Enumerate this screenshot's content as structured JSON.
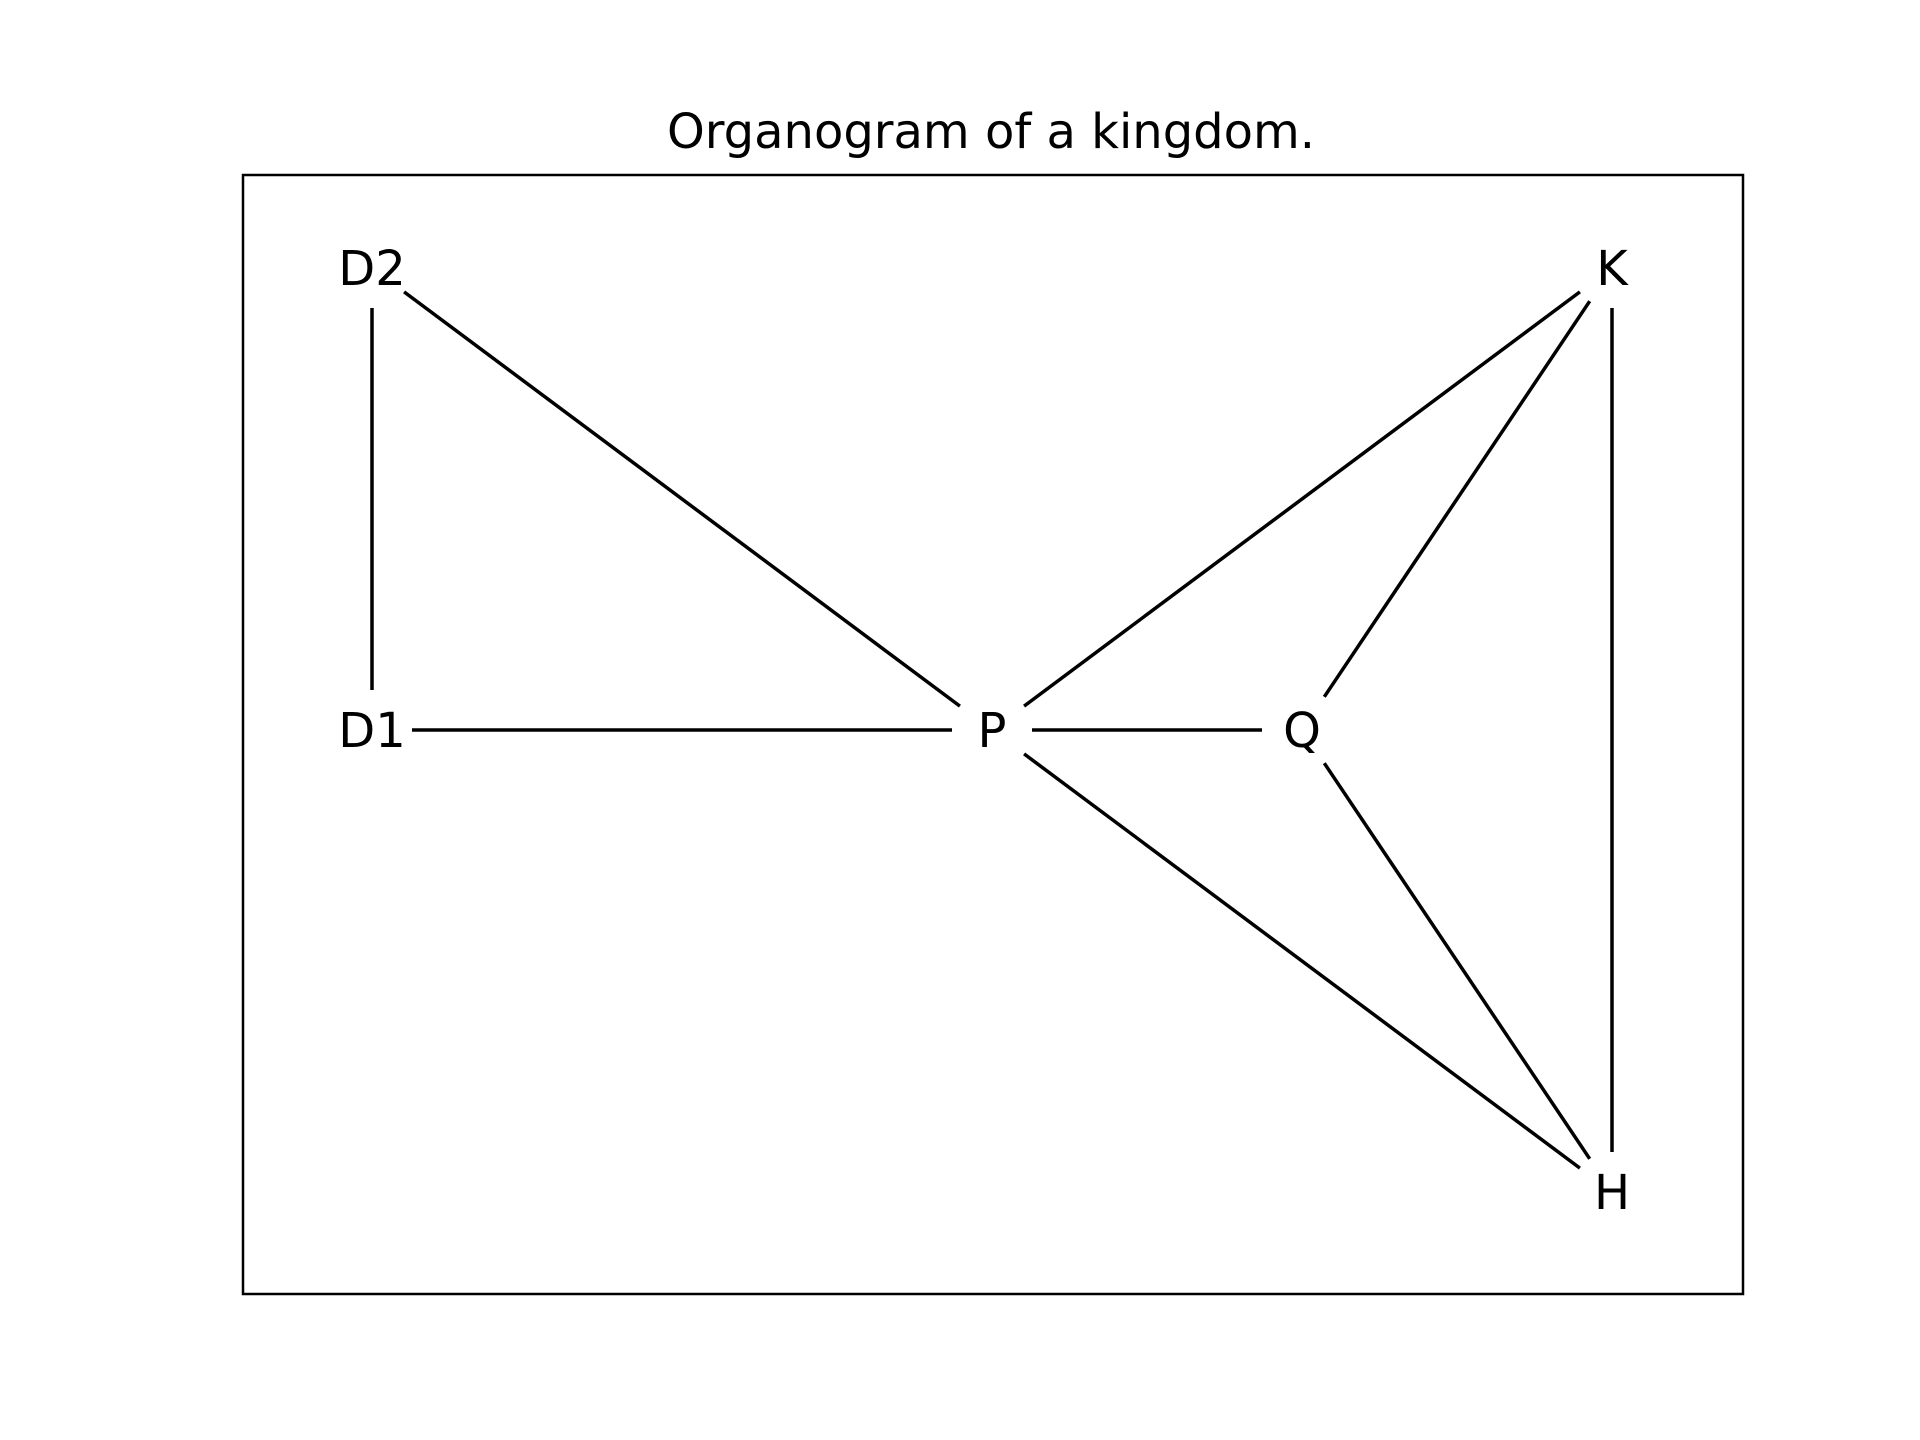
{
  "title": "Organogram of a kingdom.",
  "colors": {
    "line": "#000000",
    "background": "#ffffff"
  },
  "nodes": [
    {
      "id": "D2",
      "label": "D2"
    },
    {
      "id": "D1",
      "label": "D1"
    },
    {
      "id": "P",
      "label": "P"
    },
    {
      "id": "Q",
      "label": "Q"
    },
    {
      "id": "K",
      "label": "K"
    },
    {
      "id": "H",
      "label": "H"
    }
  ],
  "edges": [
    {
      "from": "D2",
      "to": "D1"
    },
    {
      "from": "D2",
      "to": "P"
    },
    {
      "from": "D1",
      "to": "P"
    },
    {
      "from": "P",
      "to": "Q"
    },
    {
      "from": "P",
      "to": "K"
    },
    {
      "from": "P",
      "to": "H"
    },
    {
      "from": "Q",
      "to": "K"
    },
    {
      "from": "Q",
      "to": "H"
    },
    {
      "from": "K",
      "to": "H"
    }
  ]
}
